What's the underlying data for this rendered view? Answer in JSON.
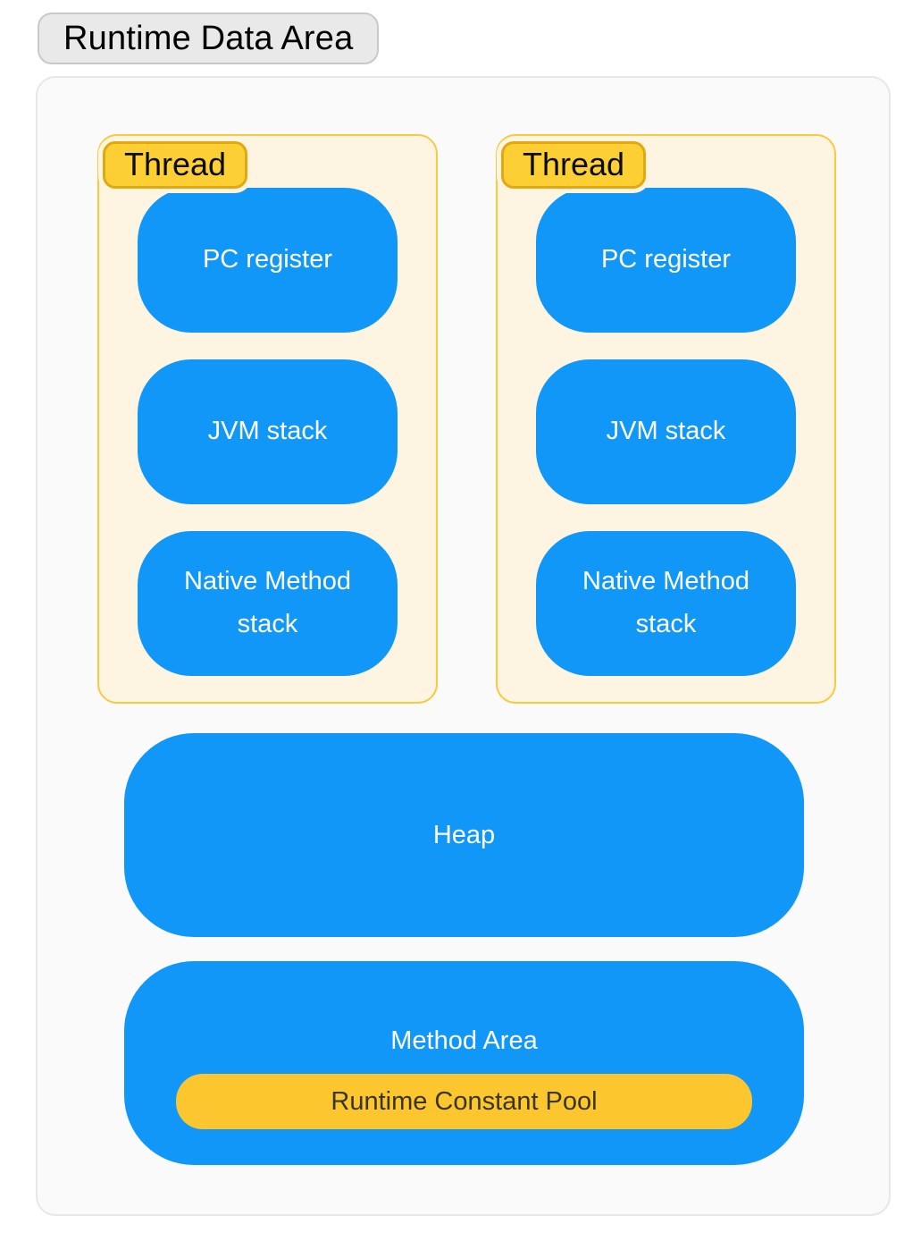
{
  "title": "Runtime Data Area",
  "threads": [
    {
      "label": "Thread",
      "items": [
        "PC register",
        "JVM stack",
        "Native Method stack"
      ]
    },
    {
      "label": "Thread",
      "items": [
        "PC register",
        "JVM stack",
        "Native Method stack"
      ]
    }
  ],
  "heap_label": "Heap",
  "method_area": {
    "label": "Method Area",
    "runtime_constant_pool_label": "Runtime Constant Pool"
  },
  "colors": {
    "box_blue": "#1197f8",
    "box_text": "#ffffff",
    "thread_badge_fill": "#fcd035",
    "thread_badge_border": "#e2a90f",
    "thread_panel_fill": "#fdf5e1",
    "thread_panel_border": "#fac93e",
    "constant_pool_fill": "#fcc72e",
    "constant_pool_text": "#3b3422",
    "title_badge_fill": "#e9e9ea",
    "title_badge_border": "#c9c9cb",
    "outer_container_fill": "#fafafa",
    "outer_container_border": "#e7e7e9"
  }
}
